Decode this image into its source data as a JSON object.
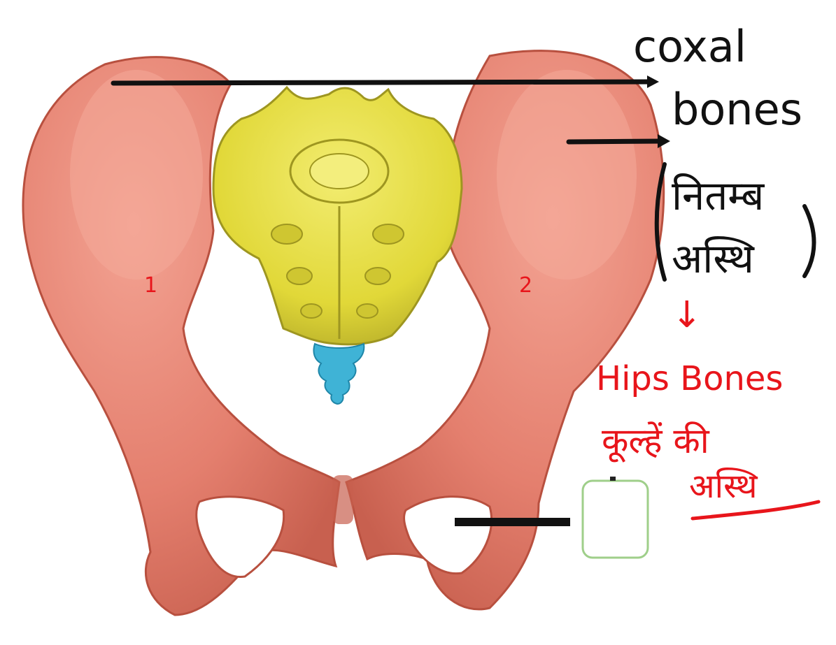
{
  "labels": {
    "english_term": [
      "coxal",
      "bones"
    ],
    "hindi_term": [
      "नितम्ब",
      "अस्थि"
    ],
    "marker_left": "1",
    "marker_right": "2",
    "arrow_down": "↓",
    "english_alt": "Hips Bones",
    "hindi_alt": [
      "कूल्हें की",
      "अस्थि"
    ]
  },
  "colors": {
    "coxal_bone": "#e47f6e",
    "coxal_bone_shadow": "#c8604f",
    "sacrum": "#e6e040",
    "sacrum_shadow": "#b9b02a",
    "coccyx": "#3fb3d6",
    "annotation_black": "#111111",
    "annotation_red": "#e8151b",
    "empty_box_border": "#9fcf8a"
  }
}
